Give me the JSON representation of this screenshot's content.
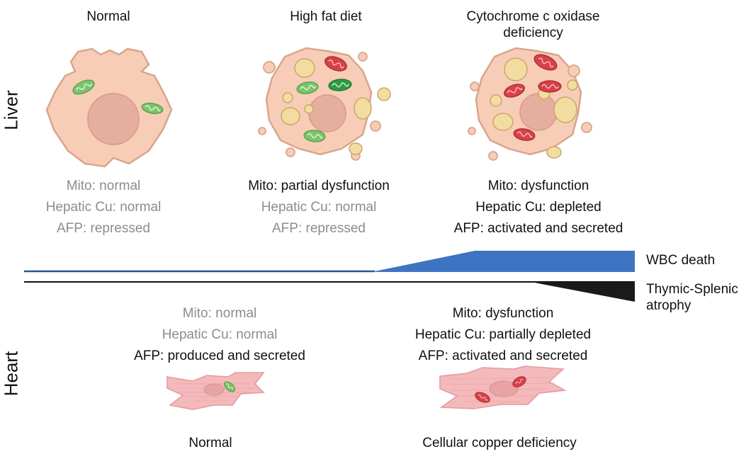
{
  "row_labels": {
    "liver": "Liver",
    "heart": "Heart"
  },
  "liver": {
    "columns": [
      {
        "title": "Normal",
        "lines": [
          "Mito: normal",
          "Hepatic Cu: normal",
          "AFP: repressed"
        ],
        "emphasis": [
          "gray",
          "gray",
          "gray"
        ]
      },
      {
        "title": "High fat diet",
        "lines": [
          "Mito: partial dysfunction",
          "Hepatic Cu: normal",
          "AFP: repressed"
        ],
        "emphasis": [
          "dark",
          "gray",
          "gray"
        ]
      },
      {
        "title_line1": "Cytochrome c oxidase",
        "title_line2": "deficiency",
        "lines": [
          "Mito: dysfunction",
          "Hepatic Cu: depleted",
          "AFP: activated and secreted"
        ],
        "emphasis": [
          "dark",
          "dark",
          "dark"
        ]
      }
    ]
  },
  "bars": {
    "wbc": {
      "label": "WBC death",
      "color": "#3f74c2"
    },
    "thymic": {
      "label_line1": "Thymic-Splenic",
      "label_line2": "atrophy",
      "color": "#1a1a1a"
    }
  },
  "heart": {
    "columns": [
      {
        "title": "Normal",
        "lines": [
          "Mito: normal",
          "Hepatic Cu: normal",
          "AFP: produced and secreted"
        ],
        "emphasis": [
          "gray",
          "gray",
          "dark"
        ]
      },
      {
        "title": "Cellular copper deficiency",
        "lines": [
          "Mito: dysfunction",
          "Hepatic Cu: partially depleted",
          "AFP: activated and secreted"
        ],
        "emphasis": [
          "dark",
          "dark",
          "dark"
        ]
      }
    ]
  },
  "colors": {
    "cell_fill": "#f7cdb8",
    "cell_stroke": "#d9a58b",
    "nucleus": "#e2a99a",
    "mito_healthy": "#7cc46b",
    "mito_damaged": "#d8414a",
    "lipid": "#f3dca0",
    "muscle_fill": "#f4b9bb"
  }
}
